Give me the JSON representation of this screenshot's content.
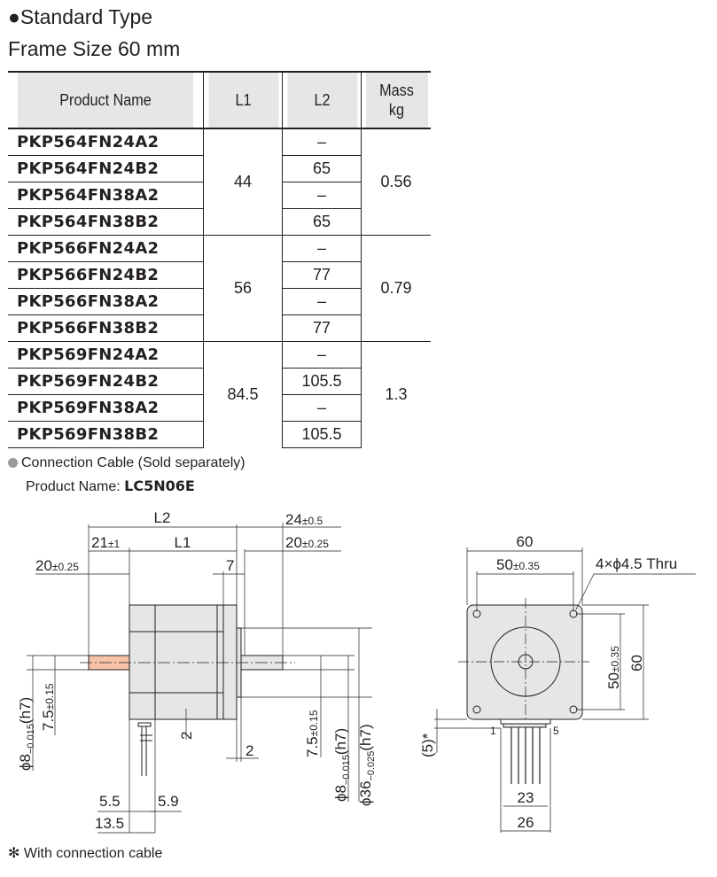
{
  "heading": {
    "type": "●Standard Type",
    "frame": "Frame Size 60 mm"
  },
  "table": {
    "headers": [
      "Product Name",
      "L1",
      "L2",
      "Mass",
      "kg"
    ],
    "groups": [
      {
        "l1": "44",
        "mass": "0.56",
        "rows": [
          {
            "name": "PKP564FN24A2",
            "l2": "–"
          },
          {
            "name": "PKP564FN24B2",
            "l2": "65"
          },
          {
            "name": "PKP564FN38A2",
            "l2": "–"
          },
          {
            "name": "PKP564FN38B2",
            "l2": "65"
          }
        ]
      },
      {
        "l1": "56",
        "mass": "0.79",
        "rows": [
          {
            "name": "PKP566FN24A2",
            "l2": "–"
          },
          {
            "name": "PKP566FN24B2",
            "l2": "77"
          },
          {
            "name": "PKP566FN38A2",
            "l2": "–"
          },
          {
            "name": "PKP566FN38B2",
            "l2": "77"
          }
        ]
      },
      {
        "l1": "84.5",
        "mass": "1.3",
        "rows": [
          {
            "name": "PKP569FN24A2",
            "l2": "–"
          },
          {
            "name": "PKP569FN24B2",
            "l2": "105.5"
          },
          {
            "name": "PKP569FN38A2",
            "l2": "–"
          },
          {
            "name": "PKP569FN38B2",
            "l2": "105.5"
          }
        ]
      }
    ]
  },
  "cable": {
    "label": "Connection Cable (Sold separately)",
    "product_label": "Product Name: ",
    "product": "LC5N06E"
  },
  "drawing": {
    "L2": "L2",
    "L1": "L1",
    "d24": "24",
    "t24": "±0.5",
    "d21": "21",
    "t21": "±1",
    "d20": "20",
    "t20": "±0.25",
    "d7": "7",
    "d2a": "2",
    "d2b": "2",
    "d55": "5.5",
    "d59": "5.9",
    "d135": "13.5",
    "phi8": "ϕ8",
    "phi8tol_up": "0",
    "phi8tol_lo": "−0.015",
    "h7": "(h7)",
    "d75": "7.5",
    "t75": "±0.15",
    "phi36": "ϕ36",
    "phi36tol_lo": "−0.025",
    "f60": "60",
    "f50": "50",
    "t50": "±0.35",
    "holes": "4×ϕ4.5 Thru",
    "d5": "(5)*",
    "pin1": "1",
    "pin5": "5",
    "d23": "23",
    "d26": "26"
  },
  "footnote": "✻ With connection cable",
  "colors": {
    "body": "#e6e6e6",
    "rear_shaft": "#f7c3a6",
    "header": "#e6e6e6"
  }
}
